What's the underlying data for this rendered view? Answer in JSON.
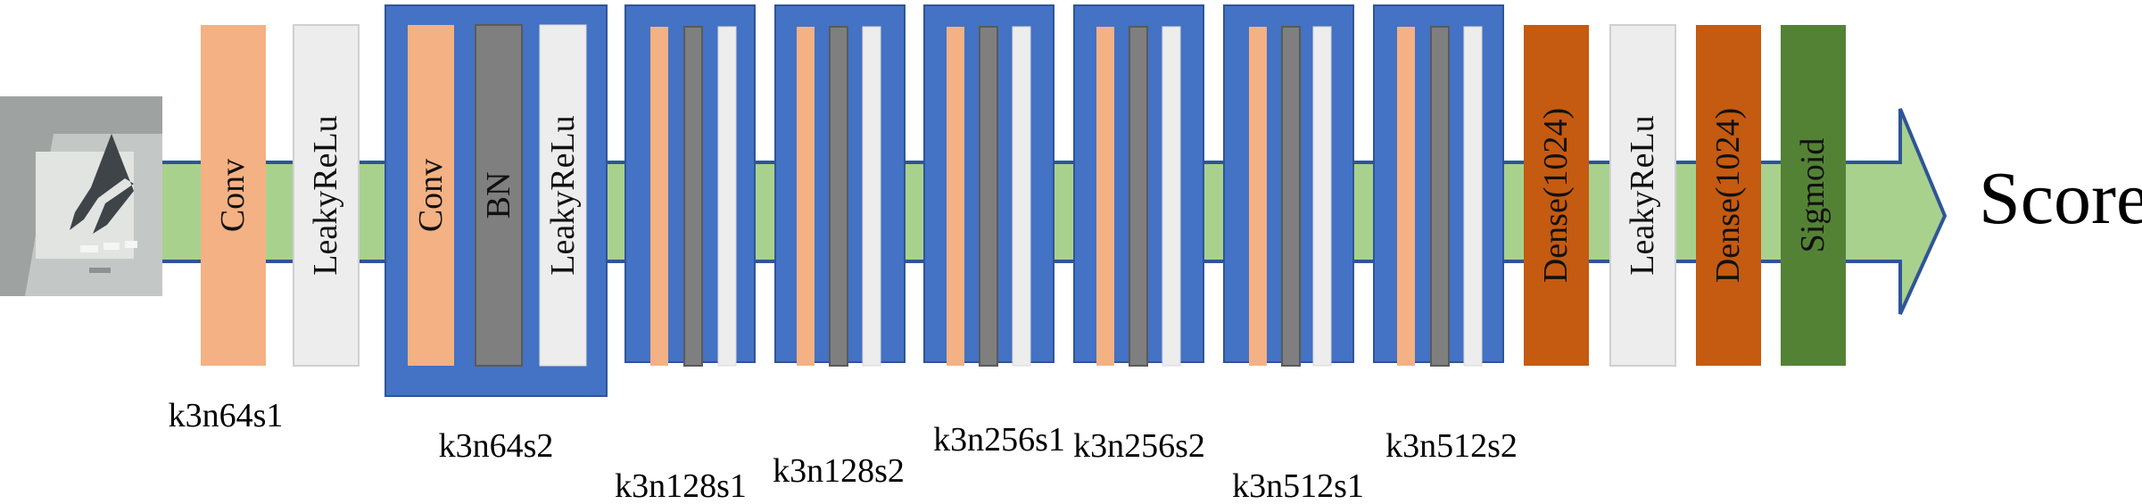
{
  "colors": {
    "arrow_fill": "#a9d18e",
    "arrow_stroke": "#2f5597",
    "conv": "#f4b183",
    "bn": "#7f7f7f",
    "lrelu": "#ededed",
    "block_bg": "#4472c4",
    "dense": "#c55a11",
    "sigmoid": "#548235"
  },
  "input_image": {
    "icon": "aircraft-photo-icon"
  },
  "first_layer": {
    "conv_label": "Conv",
    "lrelu_label": "LeakyReLu",
    "stage_label": "k3n64s1"
  },
  "block": {
    "conv_label": "Conv",
    "bn_label": "BN",
    "lrelu_label": "LeakyReLu"
  },
  "stages": [
    "k3n64s2",
    "k3n128s1",
    "k3n128s2",
    "k3n256s1",
    "k3n256s2",
    "k3n512s1",
    "k3n512s2"
  ],
  "head": {
    "dense1_label": "Dense(1024)",
    "lrelu_label": "LeakyReLu",
    "dense2_label": "Dense(1024)",
    "sigmoid_label": "Sigmoid"
  },
  "output": {
    "label": "Score"
  }
}
